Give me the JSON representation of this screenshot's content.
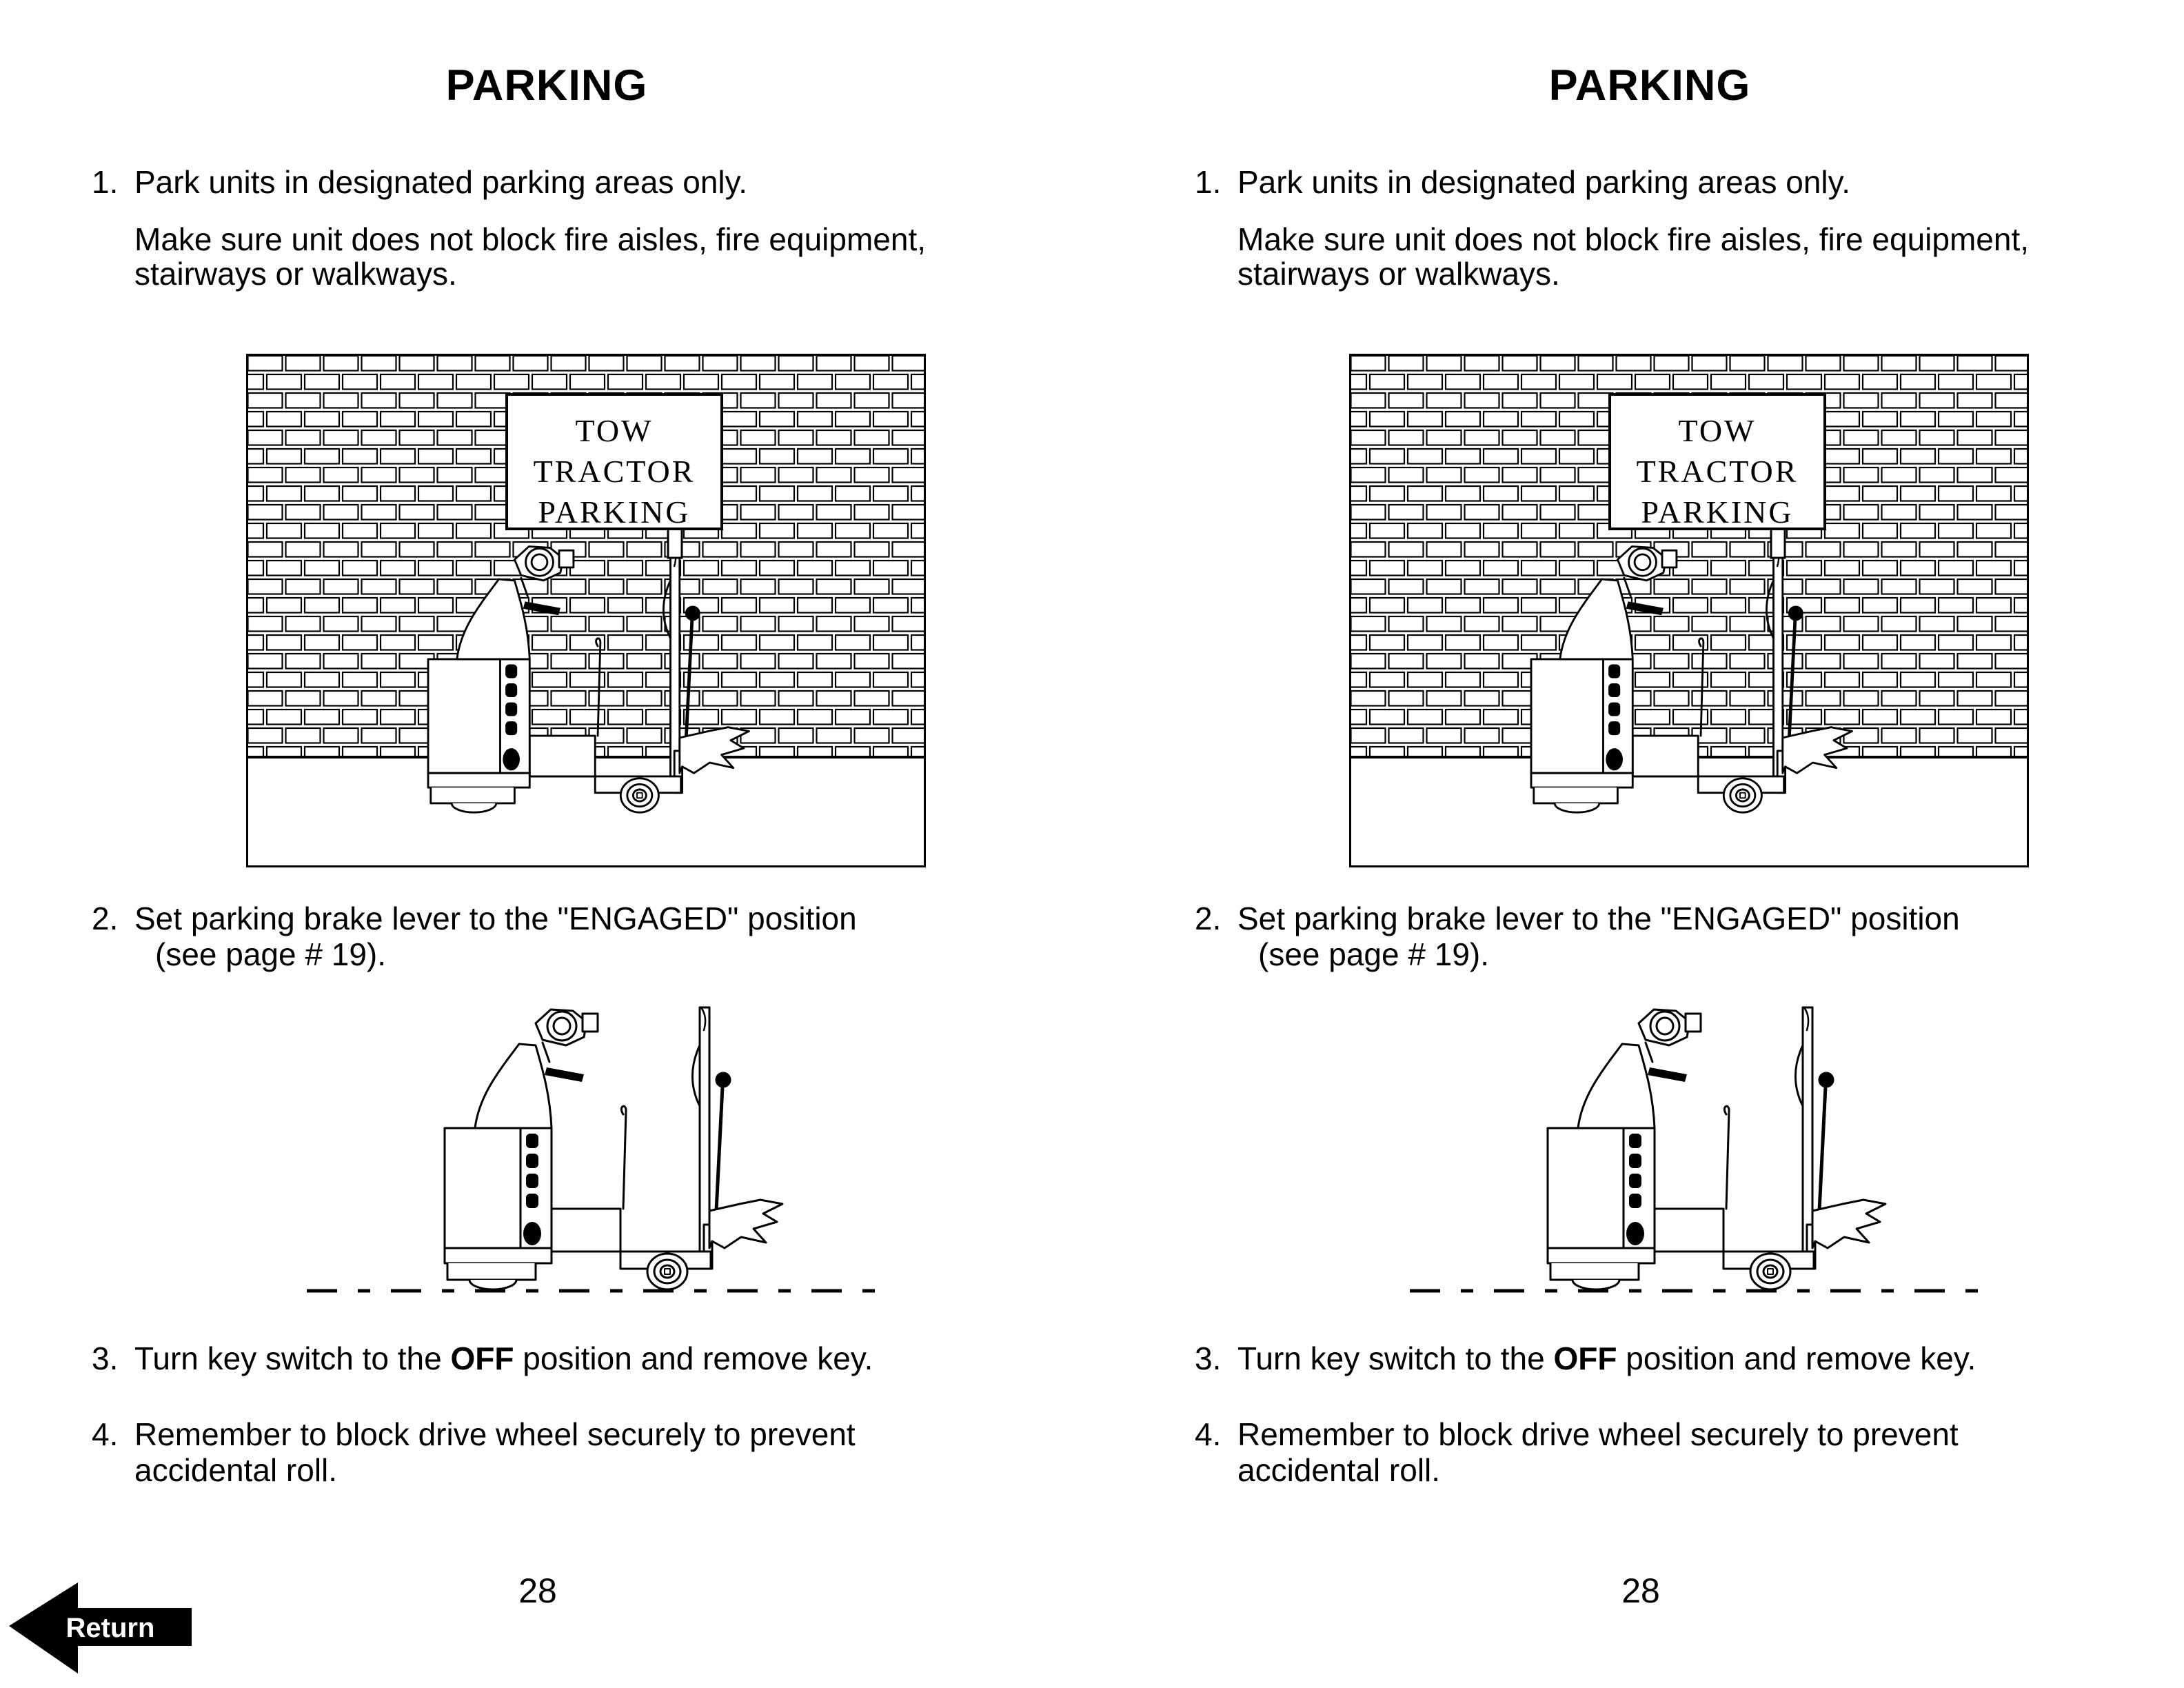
{
  "return_button": {
    "label": "Return"
  },
  "columns": [
    {
      "heading": "PARKING",
      "item1_num": "1.",
      "item1_text": "Park units in designated parking areas only.",
      "note_line1": "Make sure unit does not block fire aisles, fire equipment,",
      "note_line2": "stairways or walkways.",
      "sign": {
        "line1": "TOW",
        "line2": "TRACTOR",
        "line3": "PARKING"
      },
      "item2_num": "2.",
      "item2_line1": "Set parking brake lever to the \"ENGAGED\" position",
      "item2_line2": "(see page # 19).",
      "item3_num": "3.",
      "item3_prefix": "Turn key switch to the ",
      "item3_bold": "OFF",
      "item3_suffix": " position and remove key.",
      "item4_num": "4.",
      "item4_line1": "Remember to block drive wheel securely to prevent",
      "item4_line2": "accidental roll.",
      "page_number": "28"
    },
    {
      "heading": "PARKING",
      "item1_num": "1.",
      "item1_text": "Park units in designated parking areas only.",
      "note_line1": "Make sure unit does not block fire aisles, fire equipment,",
      "note_line2": "stairways or walkways.",
      "sign": {
        "line1": "TOW",
        "line2": "TRACTOR",
        "line3": "PARKING"
      },
      "item2_num": "2.",
      "item2_line1": "Set parking brake lever to the \"ENGAGED\" position",
      "item2_line2": "(see page # 19).",
      "item3_num": "3.",
      "item3_prefix": "Turn key switch to the ",
      "item3_bold": "OFF",
      "item3_suffix": " position and remove key.",
      "item4_num": "4.",
      "item4_line1": "Remember to block drive wheel securely to prevent",
      "item4_line2": "accidental roll.",
      "page_number": "28"
    }
  ]
}
